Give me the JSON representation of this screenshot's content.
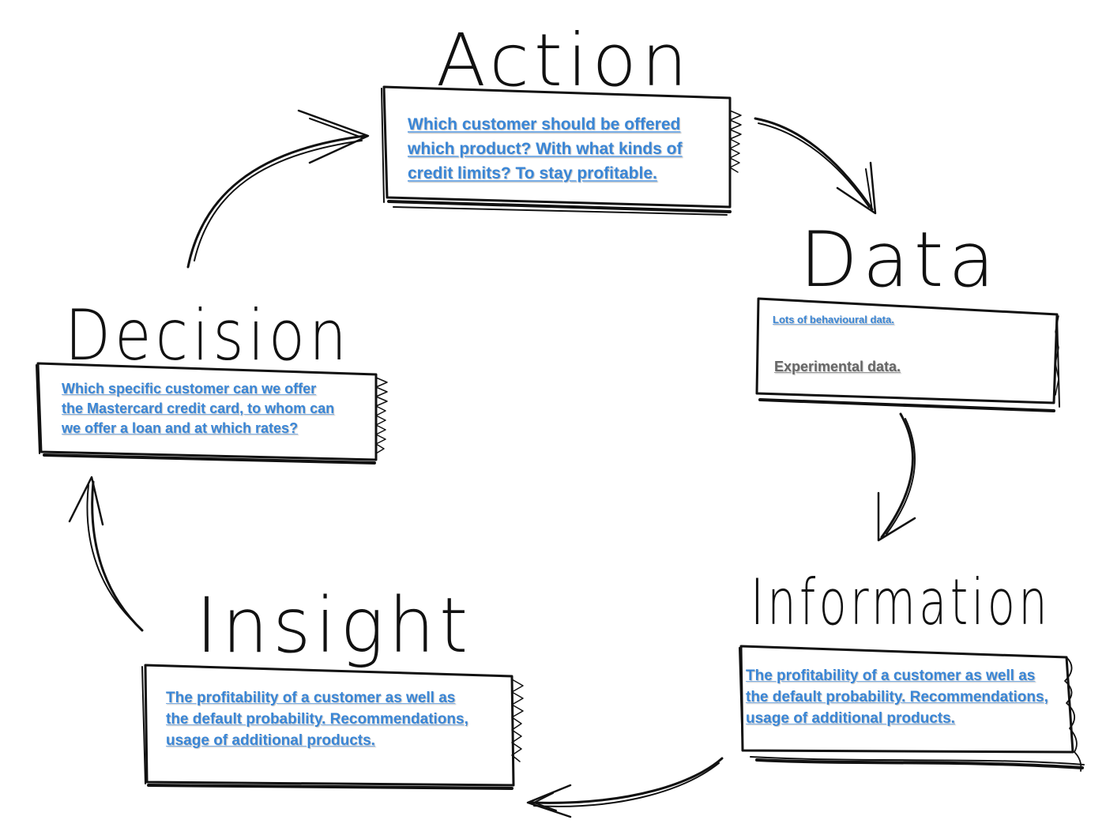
{
  "stages": {
    "action": {
      "title": "Action",
      "text": "Which customer should be offered\nwhich product? With what kinds of\ncredit limits? To stay profitable."
    },
    "data": {
      "title": "Data",
      "text_primary": "Lots of behavioural data.",
      "text_secondary": "Experimental data."
    },
    "information": {
      "title": "Information",
      "text": "The profitability of a customer as well as\n the default probability. Recommendations,\nusage of additional products."
    },
    "insight": {
      "title": "Insight",
      "text": "The profitability of a customer as well as\n the default probability. Recommendations,\nusage of additional products."
    },
    "decision": {
      "title": "Decision",
      "text": "Which specific customer can we offer\nthe Mastercard credit card, to whom can\nwe offer a loan and at which rates?"
    }
  },
  "colors": {
    "ink": "#111111",
    "blue_text": "#3a86d6",
    "gray_text": "#666666",
    "background": "#ffffff"
  }
}
